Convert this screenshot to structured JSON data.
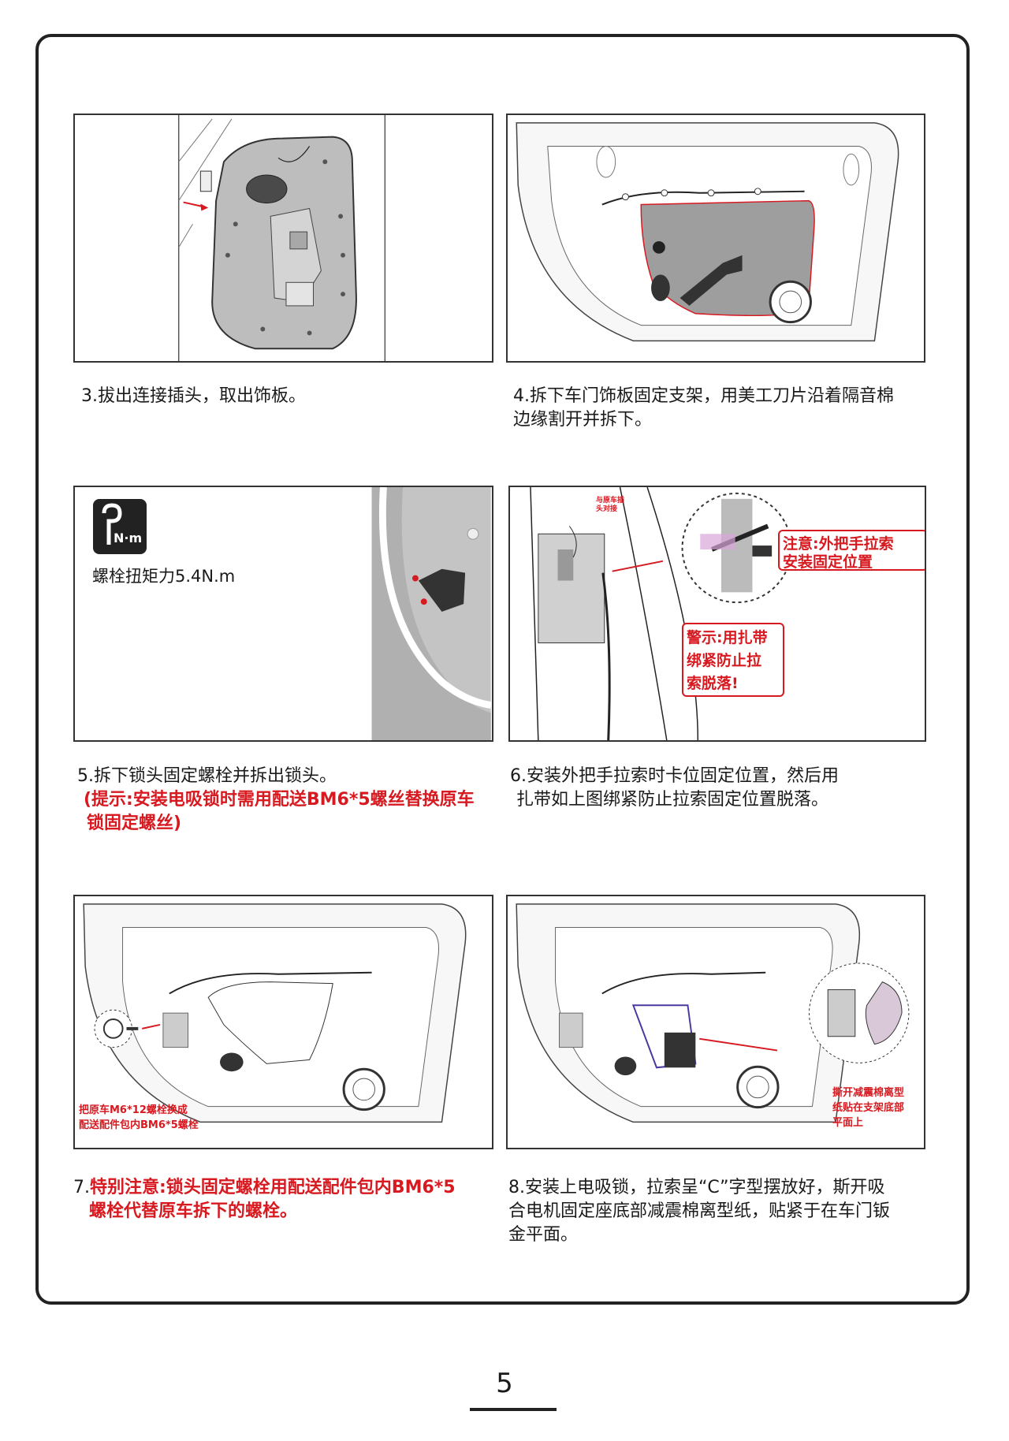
{
  "page_number": "5",
  "steps": {
    "s3": {
      "caption": "3.拔出连接插头，取出饰板。"
    },
    "s4": {
      "caption_l1": "4.拆下车门饰板固定支架，用美工刀片沿着隔音棉",
      "caption_l2": "边缘割开并拆下。"
    },
    "s5": {
      "caption": "5.拆下锁头固定螺栓并拆出锁头。",
      "note_l1": "(提示:安装电吸锁时需用配送BM6*5螺丝替换原车",
      "note_l2": "锁固定螺丝)",
      "torque_label": "螺栓扭矩力5.4N.m",
      "torque_icon_text": "N·m"
    },
    "s6": {
      "caption_l1": "6.安装外把手拉索时卡位固定位置，然后用",
      "caption_l2": "扎带如上图绑紧防止拉索固定位置脱落。",
      "callout_notice_l1": "注意:外把手拉索",
      "callout_notice_l2": "安装固定位置",
      "callout_warn_l1": "警示:用扎带",
      "callout_warn_l2": "绑紧防止拉",
      "callout_warn_l3": "索脱落!",
      "small_label_l1": "与原车插",
      "small_label_l2": "头对接"
    },
    "s7": {
      "caption_prefix": "7.",
      "caption_l1": "特别注意:锁头固定螺栓用配送配件包内BM6*5",
      "caption_l2": "螺栓代替原车拆下的螺栓。",
      "bolt_label_l1": "把原车M6*12螺栓换成",
      "bolt_label_l2": "配送配件包内BM6*5螺栓"
    },
    "s8": {
      "caption_l1": "8.安装上电吸锁，拉索呈“C”字型摆放好，斯开吸",
      "caption_l2": "合电机固定座底部减震棉离型纸，贴紧于在车门钣",
      "caption_l3": "金平面。",
      "callout_l1": "撕开减震棉离型",
      "callout_l2": "纸贴在支架底部",
      "callout_l3": "平面上"
    }
  },
  "colors": {
    "accent_red": "#d71920",
    "border": "#222222",
    "panel_gray": "#bdbdbd",
    "foam": "#9e9e9e"
  }
}
